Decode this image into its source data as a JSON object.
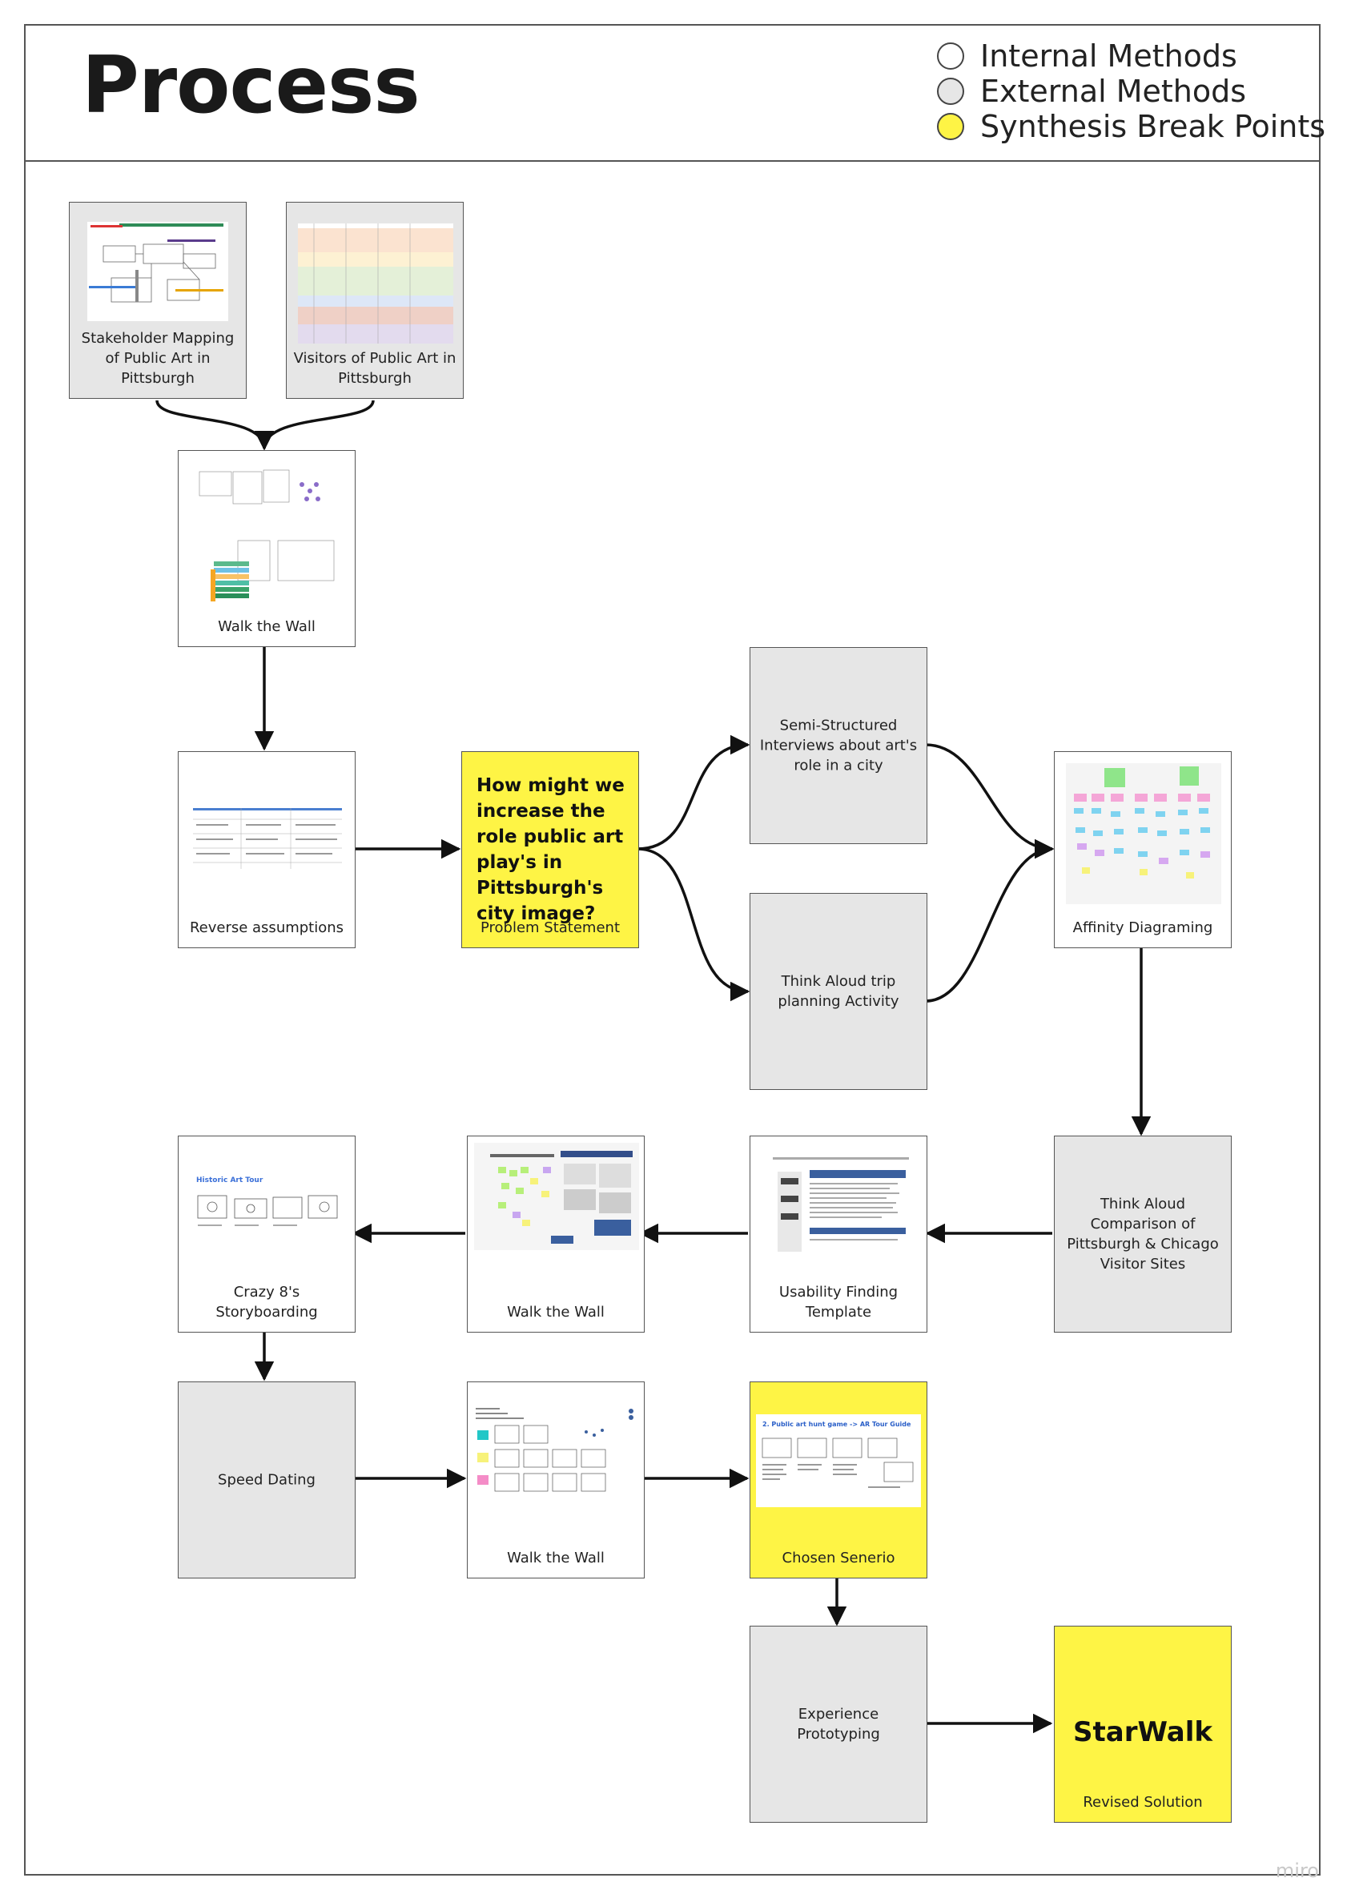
{
  "title": "Process",
  "legend": [
    {
      "label": "Internal Methods",
      "color": "#ffffff"
    },
    {
      "label": "External Methods",
      "color": "#e6e6e6"
    },
    {
      "label": "Synthesis Break Points",
      "color": "#fef445"
    }
  ],
  "nodes": {
    "stakeholder": {
      "label": "Stakeholder Mapping of Public Art in Pittsburgh",
      "type": "external"
    },
    "visitors": {
      "label": "Visitors of Public Art in Pittsburgh",
      "type": "external"
    },
    "walk1": {
      "label": "Walk the Wall",
      "type": "internal"
    },
    "reverse": {
      "label": "Reverse assumptions",
      "type": "internal"
    },
    "problem": {
      "label": "Problem Statement",
      "statement": "How might we increase the role public art play's in Pittsburgh's city image?",
      "type": "synthesis"
    },
    "interviews": {
      "label": "Semi-Structured Interviews about art's role in a city",
      "type": "external"
    },
    "thinkaloud_trip": {
      "label": "Think Aloud trip planning Activity",
      "type": "external"
    },
    "affinity": {
      "label": "Affinity Diagraming",
      "type": "internal"
    },
    "thinkaloud_compare": {
      "label": "Think Aloud Comparison of Pittsburgh & Chicago Visitor Sites",
      "type": "external"
    },
    "usability": {
      "label": "Usability Finding Template",
      "type": "internal"
    },
    "walk2": {
      "label": "Walk the Wall",
      "type": "internal"
    },
    "crazy8": {
      "label": "Crazy 8's Storyboarding",
      "type": "internal"
    },
    "speed": {
      "label": "Speed Dating",
      "type": "external"
    },
    "walk3": {
      "label": "Walk the Wall",
      "type": "internal"
    },
    "chosen": {
      "label": "Chosen Senerio",
      "thumb_caption": "2. Public art hunt game -> AR Tour Guide",
      "type": "synthesis"
    },
    "experience": {
      "label": "Experience Prototyping",
      "type": "external"
    },
    "starwalk": {
      "label": "Revised Solution",
      "name": "StarWalk",
      "type": "synthesis"
    }
  },
  "thumb_texts": {
    "crazy8": "Historic Art Tour"
  },
  "watermark": "miro"
}
